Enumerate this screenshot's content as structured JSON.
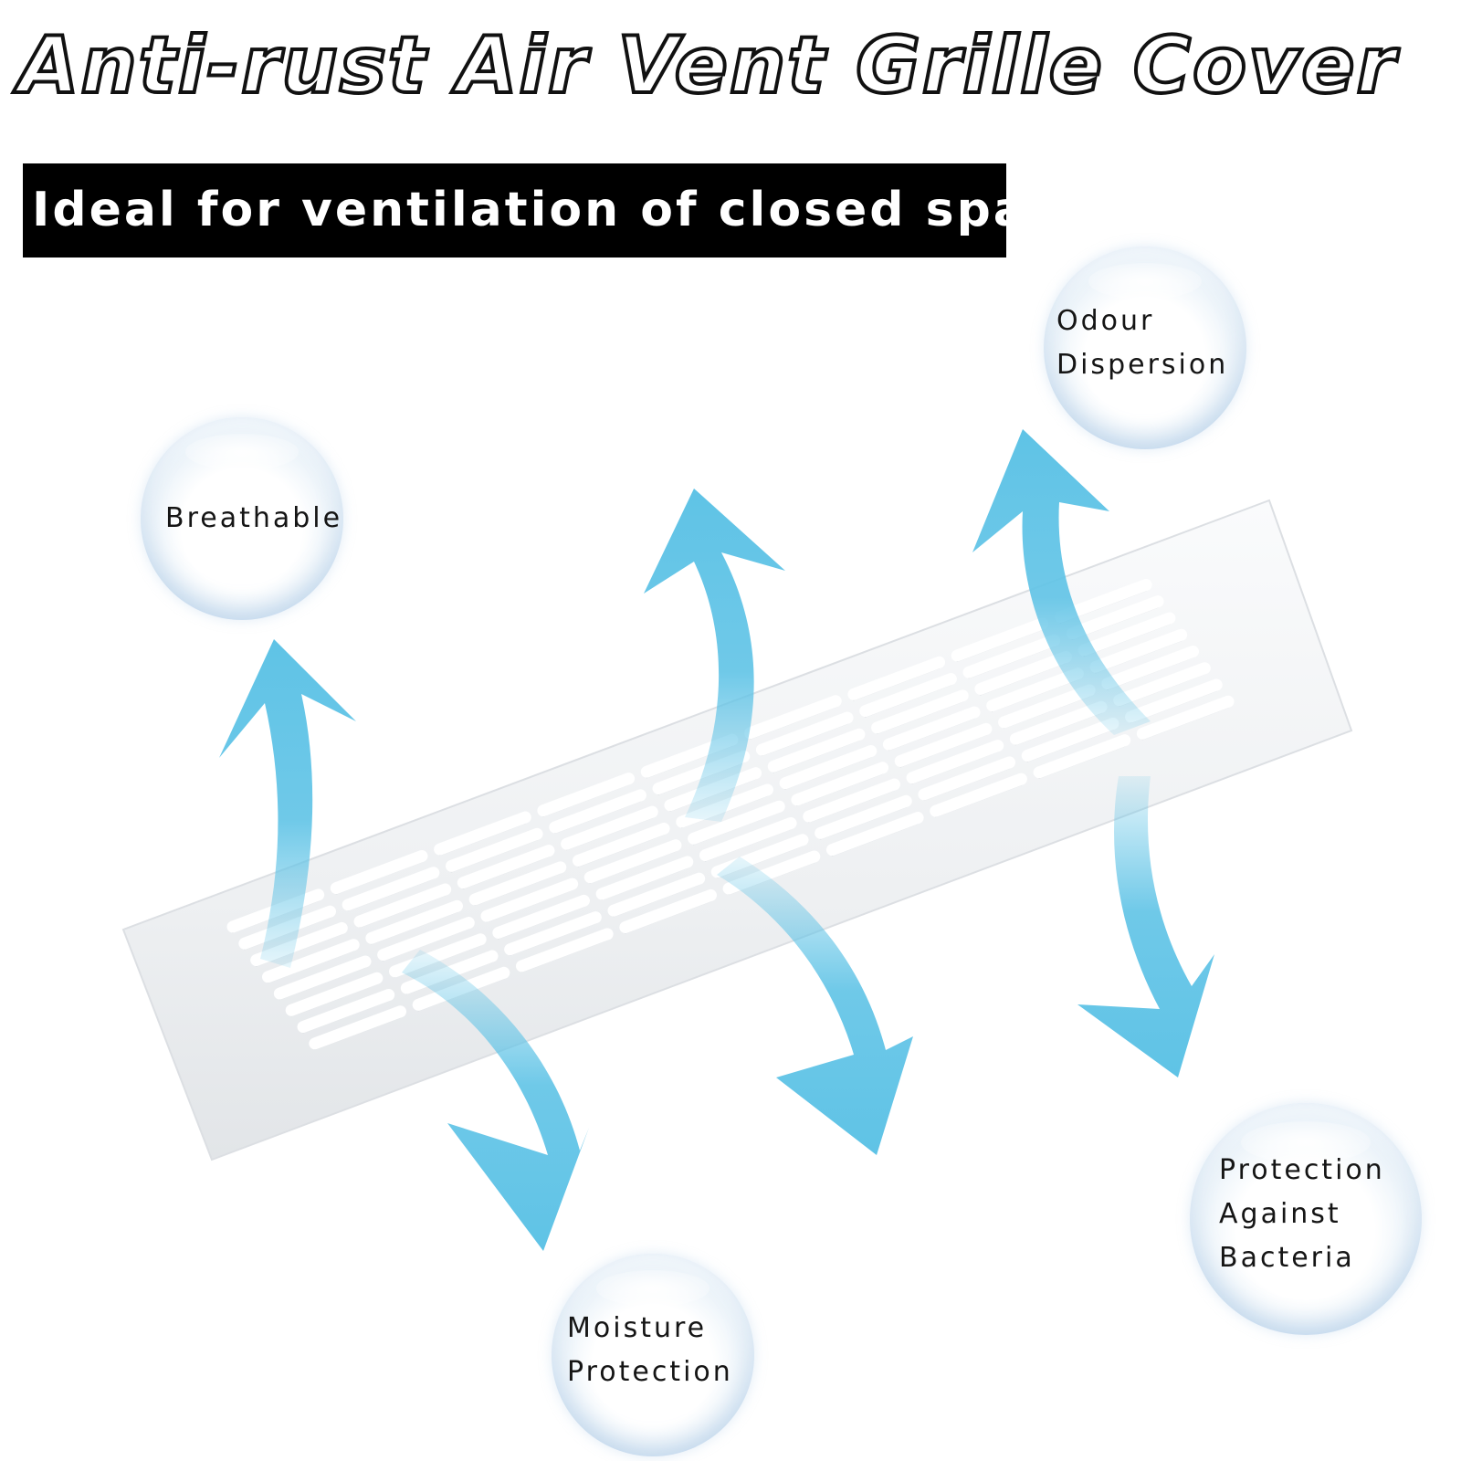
{
  "title": "Anti-rust Air Vent Grille Cover",
  "banner": "Ideal for ventilation of closed spaces",
  "features": {
    "breathable": {
      "line1": "Breathable"
    },
    "odour": {
      "line1": "Odour",
      "line2": "Dispersion"
    },
    "moisture": {
      "line1": "Moisture",
      "line2": "Protection"
    },
    "bacteria": {
      "line1": "Protection",
      "line2": "Against",
      "line3": "Bacteria"
    }
  },
  "grille": {
    "slot_groups": 9,
    "slots_per_group": 8
  },
  "colors": {
    "arrow": "#5fc3e6",
    "grille": "#f1f2f4",
    "banner_bg": "#000000",
    "bubble_edge": "#9cc3e3"
  }
}
